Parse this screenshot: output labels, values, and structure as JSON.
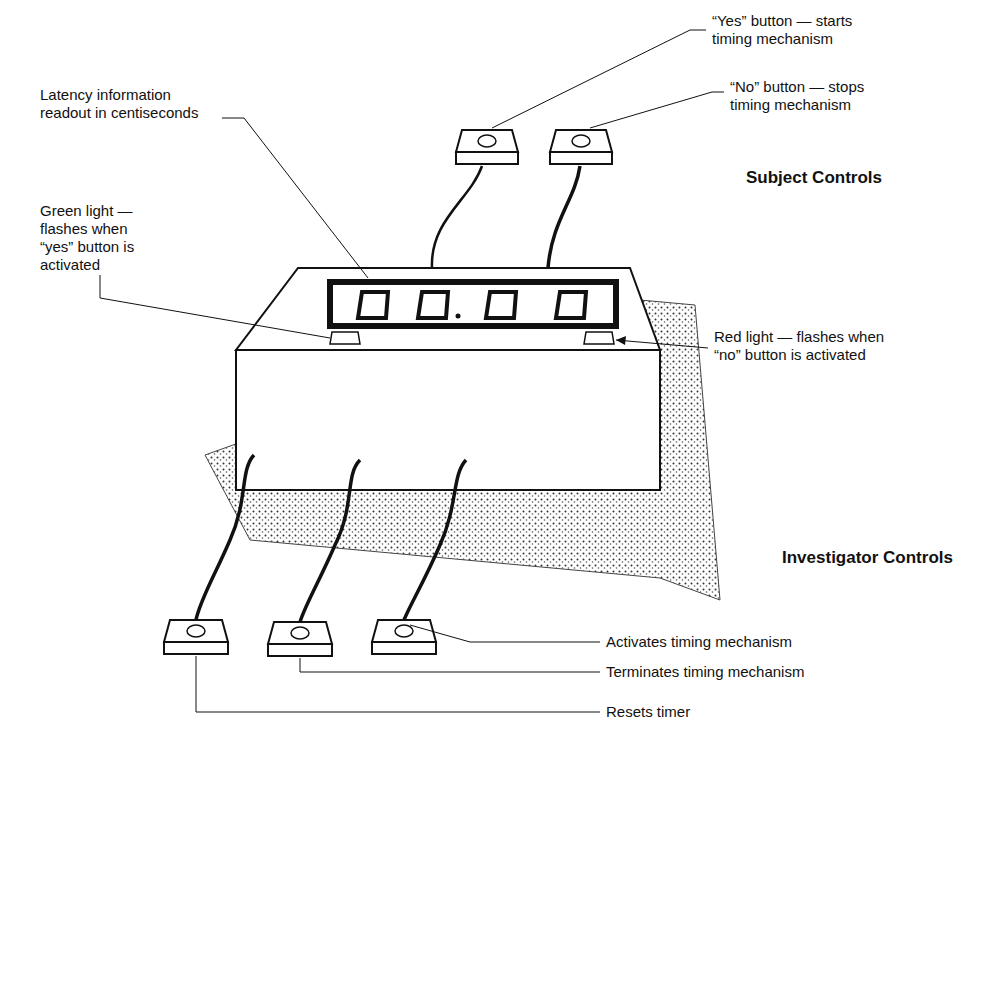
{
  "diagram": {
    "labels": [
      "Latency information readout in centiseconds",
      "“Yes” button — starts timing mechanism",
      "“No” button — stops timing mechanism",
      "Subject Controls",
      "Green light — flashes when “yes” button is activated",
      "Red light — flashes when “no” button is activated",
      "Investigator Controls",
      "Activates timing mechanism",
      "Terminates timing mechanism",
      "Resets timer"
    ]
  }
}
